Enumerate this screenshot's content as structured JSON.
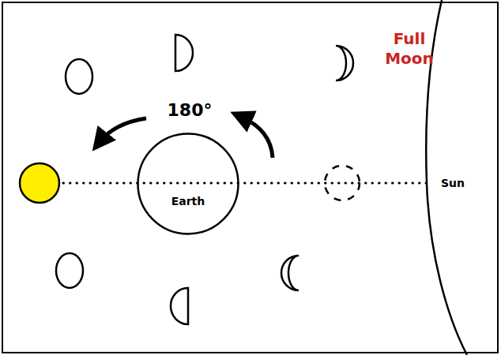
{
  "diagram": {
    "nodes": [
      {
        "text": [
          "Earth"
        ]
      },
      {
        "text": [
          "Sun"
        ]
      }
    ],
    "labels": [
      "Full Moon",
      "180°"
    ]
  }
}
